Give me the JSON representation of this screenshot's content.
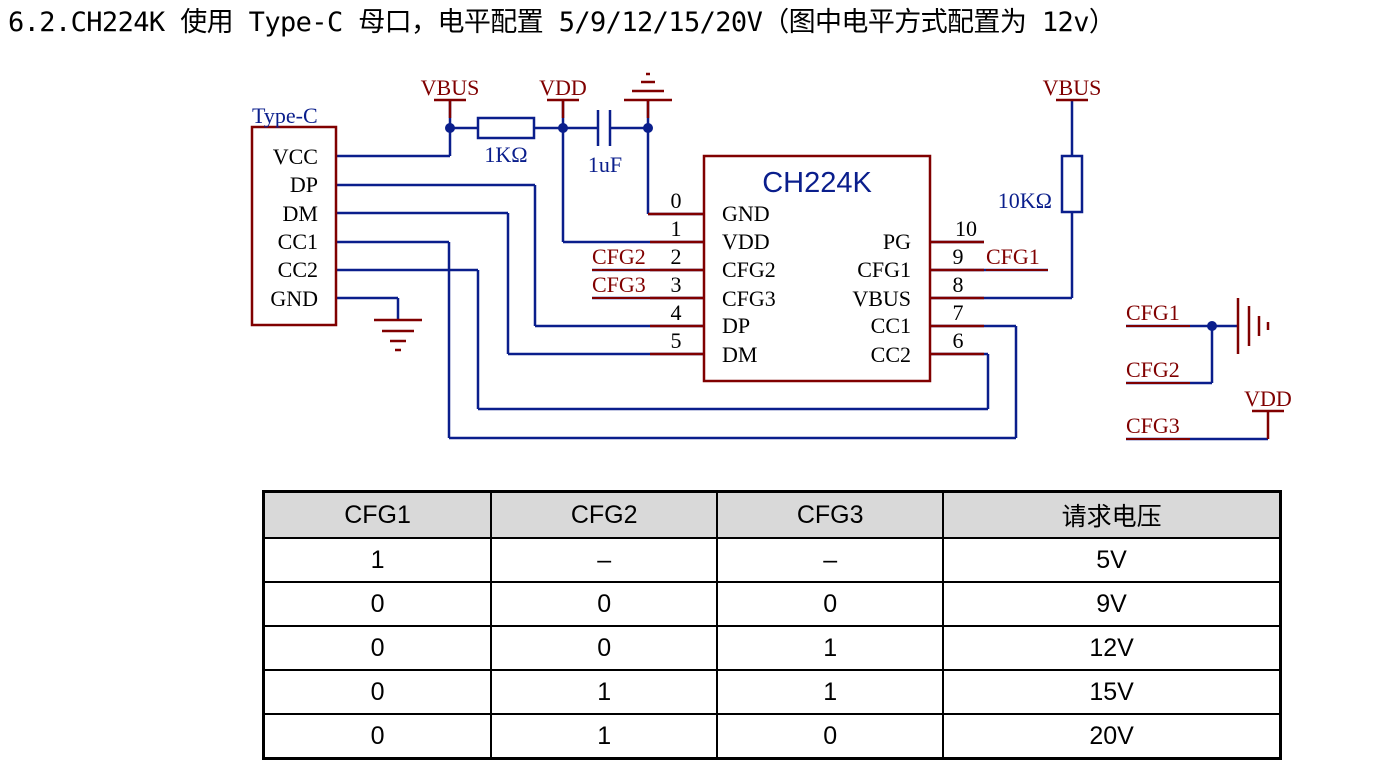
{
  "heading": "6.2.CH224K 使用 Type-C 母口，电平配置 5/9/12/15/20V（图中电平方式配置为 12v）",
  "colors": {
    "wire": "#0a1e8c",
    "component": "#800000",
    "label": "#800000",
    "ic_title": "#0a1e8c"
  },
  "schematic": {
    "connector": {
      "title": "Type-C",
      "pins": [
        "VCC",
        "DP",
        "DM",
        "CC1",
        "CC2",
        "GND"
      ]
    },
    "power": {
      "vbus_left": "VBUS",
      "vdd_top": "VDD",
      "vbus_right": "VBUS",
      "vdd_bottom": "VDD"
    },
    "resistor_1k": "1KΩ",
    "capacitor": "1uF",
    "resistor_10k": "10KΩ",
    "ic": {
      "name": "CH224K",
      "left_pins": [
        {
          "num": "0",
          "name": "GND"
        },
        {
          "num": "1",
          "name": "VDD"
        },
        {
          "num": "2",
          "name": "CFG2"
        },
        {
          "num": "3",
          "name": "CFG3"
        },
        {
          "num": "4",
          "name": "DP"
        },
        {
          "num": "5",
          "name": "DM"
        }
      ],
      "right_pins": [
        {
          "num": "10",
          "name": "PG"
        },
        {
          "num": "9",
          "name": "CFG1"
        },
        {
          "num": "8",
          "name": "VBUS"
        },
        {
          "num": "7",
          "name": "CC1"
        },
        {
          "num": "6",
          "name": "CC2"
        }
      ]
    },
    "net_labels": {
      "cfg2_in": "CFG2",
      "cfg3_in": "CFG3",
      "cfg1_out": "CFG1"
    },
    "config_nets": {
      "cfg1": "CFG1",
      "cfg2": "CFG2",
      "cfg3": "CFG3"
    }
  },
  "table": {
    "headers": [
      "CFG1",
      "CFG2",
      "CFG3",
      "请求电压"
    ],
    "rows": [
      [
        "1",
        "–",
        "–",
        "5V"
      ],
      [
        "0",
        "0",
        "0",
        "9V"
      ],
      [
        "0",
        "0",
        "1",
        "12V"
      ],
      [
        "0",
        "1",
        "1",
        "15V"
      ],
      [
        "0",
        "1",
        "0",
        "20V"
      ]
    ]
  }
}
